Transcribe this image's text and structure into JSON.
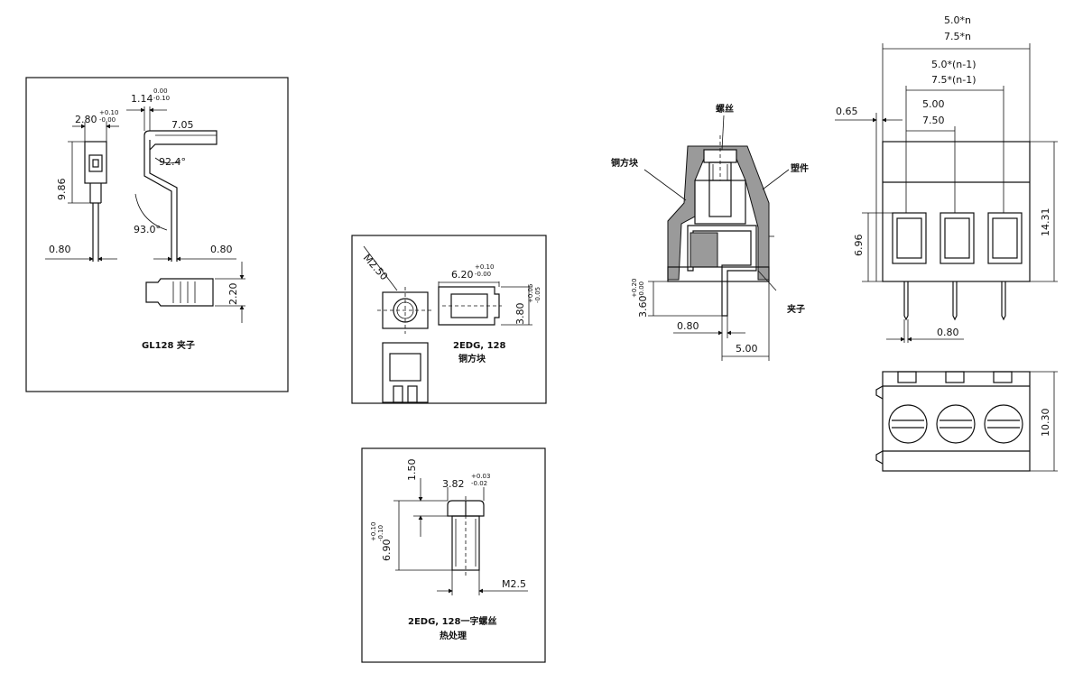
{
  "panel_clip": {
    "dim_280": "2.80",
    "dim_280_tol_top": "+0.10",
    "dim_280_tol_bot": "-0.00",
    "dim_114": "1.14",
    "dim_114_tol_top": "0.00",
    "dim_114_tol_bot": "-0.10",
    "dim_705": "7.05",
    "dim_986": "9.86",
    "angle_924": "92.4°",
    "angle_930": "93.0°",
    "dim_080_left": "0.80",
    "dim_080_right": "0.80",
    "dim_220": "2.20",
    "caption": "GL128 夹子"
  },
  "panel_block": {
    "dim_m250": "M2.50",
    "dim_620": "6.20",
    "dim_620_tol_top": "+0.10",
    "dim_620_tol_bot": "-0.00",
    "dim_380": "3.80",
    "dim_380_tol_top": "+0.05",
    "dim_380_tol_bot": "-0.05",
    "caption_line1": "2EDG, 128",
    "caption_line2": "铜方块"
  },
  "panel_screw": {
    "dim_150": "1.50",
    "dim_382": "3.82",
    "dim_382_tol_top": "+0.03",
    "dim_382_tol_bot": "-0.02",
    "dim_690": "6.90",
    "dim_690_tol_top": "+0.10",
    "dim_690_tol_bot": "-0.10",
    "dim_m25": "M2.5",
    "caption_line1": "2EDG, 128一字螺丝",
    "caption_line2": "热处理"
  },
  "section_view": {
    "label_screw": "螺丝",
    "label_copper_block": "铜方块",
    "label_plastic": "塑件",
    "label_clip": "夹子",
    "dim_360": "3.60",
    "dim_360_tol_top": "+0.20",
    "dim_360_tol_bot": "-0.00",
    "dim_080": "0.80",
    "dim_500": "5.00"
  },
  "front_view": {
    "dim_top_1": "5.0*n",
    "dim_top_2": "7.5*n",
    "dim_mid_1": "5.0*(n-1)",
    "dim_mid_2": "7.5*(n-1)",
    "dim_pitch_1": "5.00",
    "dim_pitch_2": "7.50",
    "dim_065": "0.65",
    "dim_696": "6.96",
    "dim_1431": "14.31",
    "dim_080": "0.80",
    "dim_1030": "10.30"
  },
  "colors": {
    "line": "#111111",
    "hatch": "#9a9a9a",
    "background": "#ffffff"
  }
}
